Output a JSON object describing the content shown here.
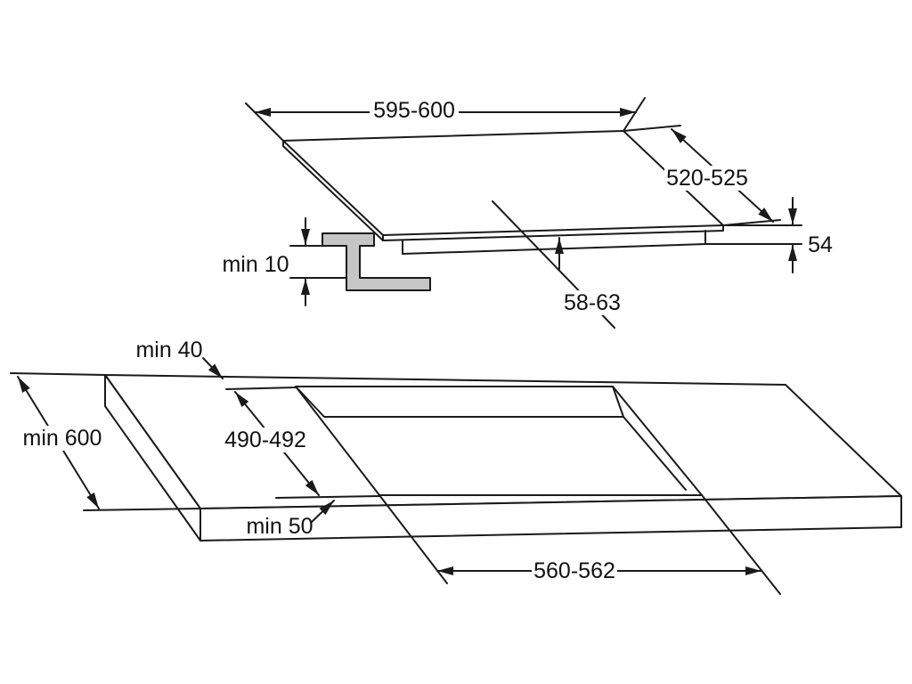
{
  "diagram": {
    "kind": "hob-installation-dimensions",
    "line_color": "#1a1a1a",
    "bracket_fill": "#c6c6c6",
    "background": "#ffffff",
    "top_view": {
      "hob_width": "595-600",
      "hob_depth": "520-525",
      "hob_height": "54",
      "install_depth": "58-63",
      "min_gap_below": "min 10"
    },
    "bottom_view": {
      "rear_clearance": "min 40",
      "worktop_depth": "min 600",
      "cutout_depth": "490-492",
      "front_clearance": "min 50",
      "cutout_width": "560-562"
    }
  }
}
